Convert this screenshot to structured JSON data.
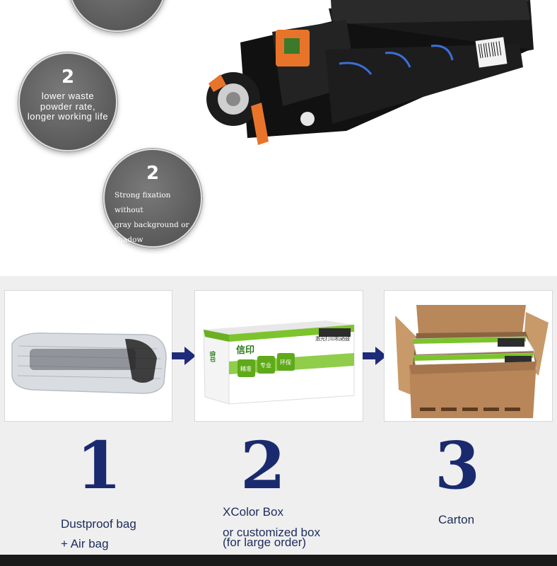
{
  "features": [
    {
      "number": "",
      "text": ""
    },
    {
      "number": "2",
      "text": "lower waste powder rate, longer working life"
    },
    {
      "number": "2",
      "text_lines": [
        "Strong fixation without",
        "gray background or",
        "shadow"
      ]
    }
  ],
  "colors": {
    "circle": "#5f5f5f",
    "accent_orange": "#e8742a",
    "number_blue": "#1a2a6e",
    "arrow": "#1e2a7a",
    "box_green": "#7cc42b"
  },
  "packaging": {
    "steps": [
      {
        "number": "1",
        "lines": [
          "Dustproof bag",
          "+ Air bag"
        ]
      },
      {
        "number": "2",
        "lines": [
          "XColor Box",
          "or customized box",
          "(for large order)"
        ]
      },
      {
        "number": "3",
        "lines": [
          "Carton"
        ]
      }
    ],
    "box_brand": "信印",
    "box_product": "激光打印机硒鼓",
    "box_badges": [
      "精准",
      "专业",
      "环保"
    ]
  }
}
